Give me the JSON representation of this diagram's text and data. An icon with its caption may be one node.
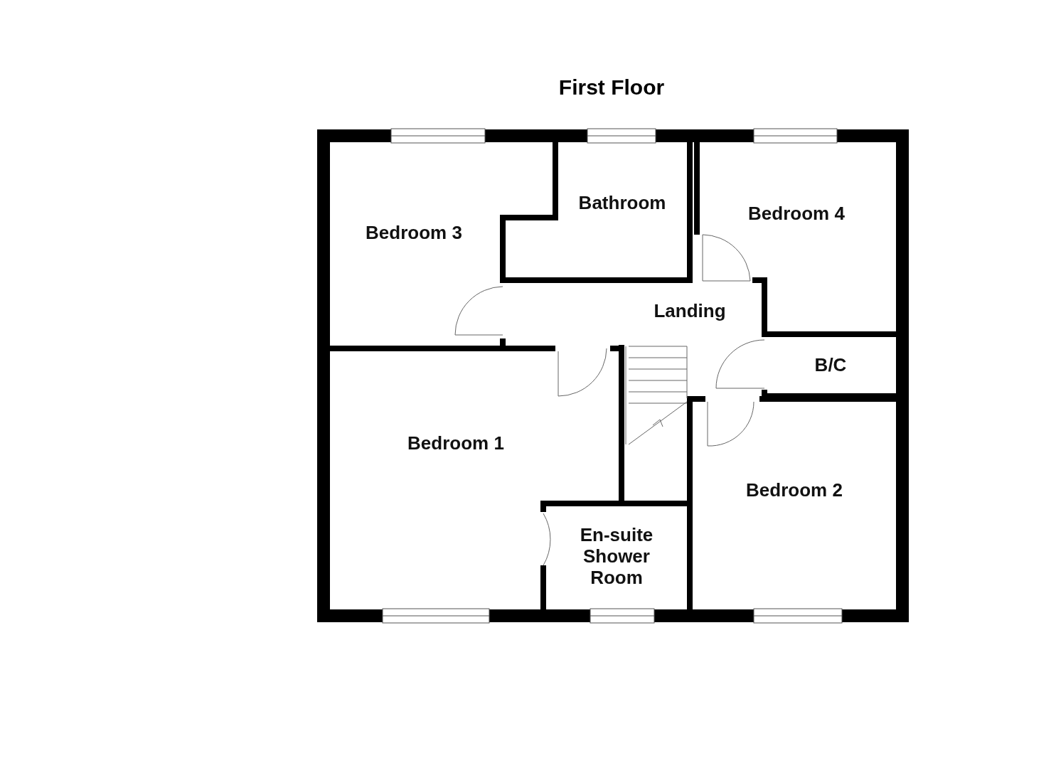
{
  "diagram": {
    "title": "First Floor",
    "nodes": [
      {
        "text": [
          "Bedroom 3"
        ]
      },
      {
        "text": [
          "Bathroom"
        ]
      },
      {
        "text": [
          "Bedroom 4"
        ]
      },
      {
        "text": [
          "Landing"
        ]
      },
      {
        "text": [
          "B/C"
        ]
      },
      {
        "text": [
          "Bedroom 1"
        ]
      },
      {
        "text": [
          "Bedroom 2"
        ]
      },
      {
        "text": [
          "En-suite Shower Room"
        ]
      }
    ],
    "edges": []
  }
}
